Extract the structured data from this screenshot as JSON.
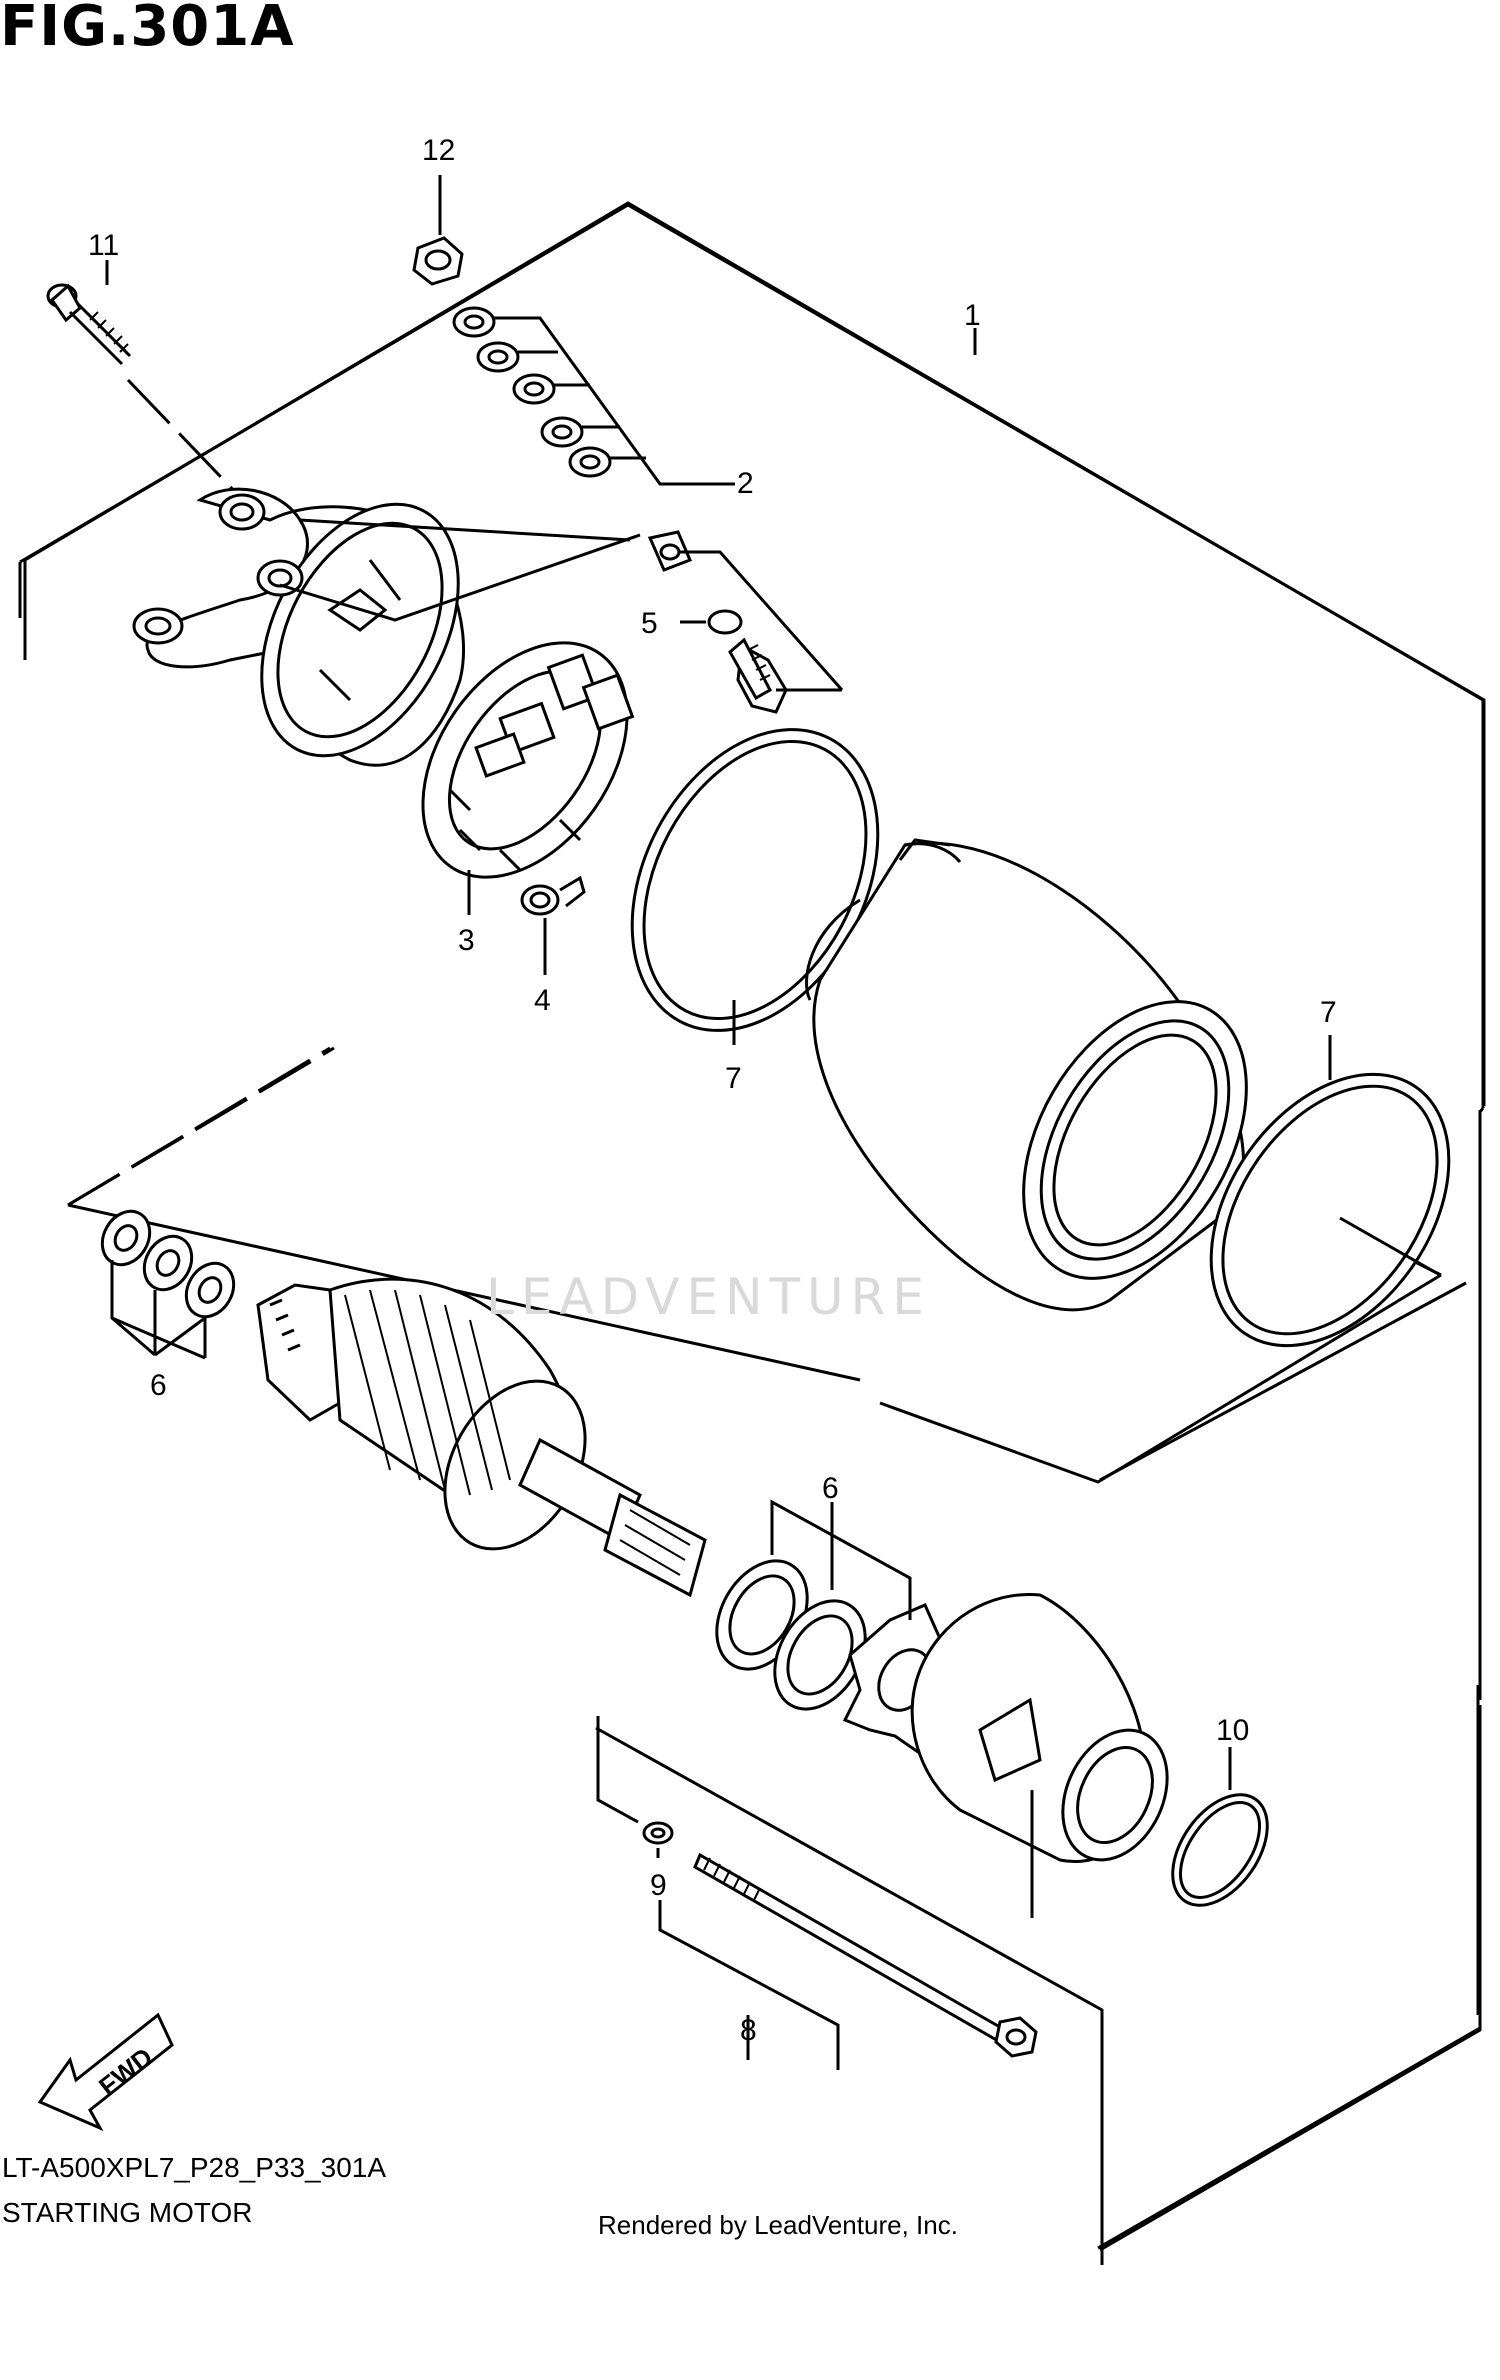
{
  "figure": {
    "title": "FIG.301A",
    "code": "LT-A500XPL7_P28_P33_301A",
    "name": "STARTING MOTOR",
    "credit": "Rendered by LeadVenture, Inc.",
    "watermark": "LEADVENTURE",
    "fwd_label": "FWD"
  },
  "callouts": [
    {
      "id": "c1",
      "label": "1"
    },
    {
      "id": "c2",
      "label": "2"
    },
    {
      "id": "c3",
      "label": "3"
    },
    {
      "id": "c4",
      "label": "4"
    },
    {
      "id": "c5",
      "label": "5"
    },
    {
      "id": "c6a",
      "label": "6"
    },
    {
      "id": "c6b",
      "label": "6"
    },
    {
      "id": "c7a",
      "label": "7"
    },
    {
      "id": "c7b",
      "label": "7"
    },
    {
      "id": "c8",
      "label": "8"
    },
    {
      "id": "c9",
      "label": "9"
    },
    {
      "id": "c10",
      "label": "10"
    },
    {
      "id": "c11",
      "label": "11"
    },
    {
      "id": "c12",
      "label": "12"
    }
  ],
  "colors": {
    "line": "#000000",
    "watermark": "#d9d9d9",
    "background": "#ffffff"
  }
}
